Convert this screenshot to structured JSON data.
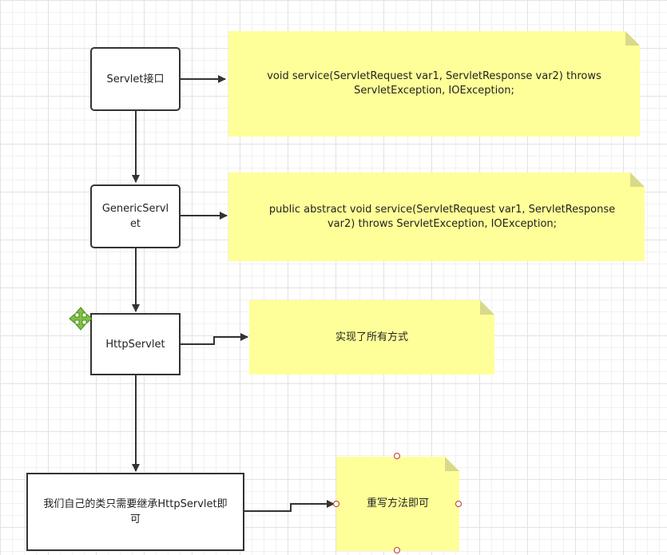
{
  "nodes": {
    "servlet_interface": "Servlet接口",
    "generic_servlet": "GenericServlet",
    "http_servlet": "HttpServlet",
    "my_class": "我们自己的类只需要继承HttpServlet即可"
  },
  "notes": {
    "servlet_note": "void service(ServletRequest var1, ServletResponse var2) throws ServletException, IOException;",
    "generic_note": "public abstract void service(ServletRequest var1, ServletResponse var2) throws ServletException, IOException;",
    "http_note": "实现了所有方式",
    "my_note": "重写方法即可"
  },
  "colors": {
    "note_fill": "#ffff99",
    "note_fold": "#d9d98a",
    "stroke": "#333333",
    "move_icon": "#7fc241",
    "handle": "#c0392b"
  },
  "icons": {
    "move": "move-cross-arrows-icon"
  }
}
